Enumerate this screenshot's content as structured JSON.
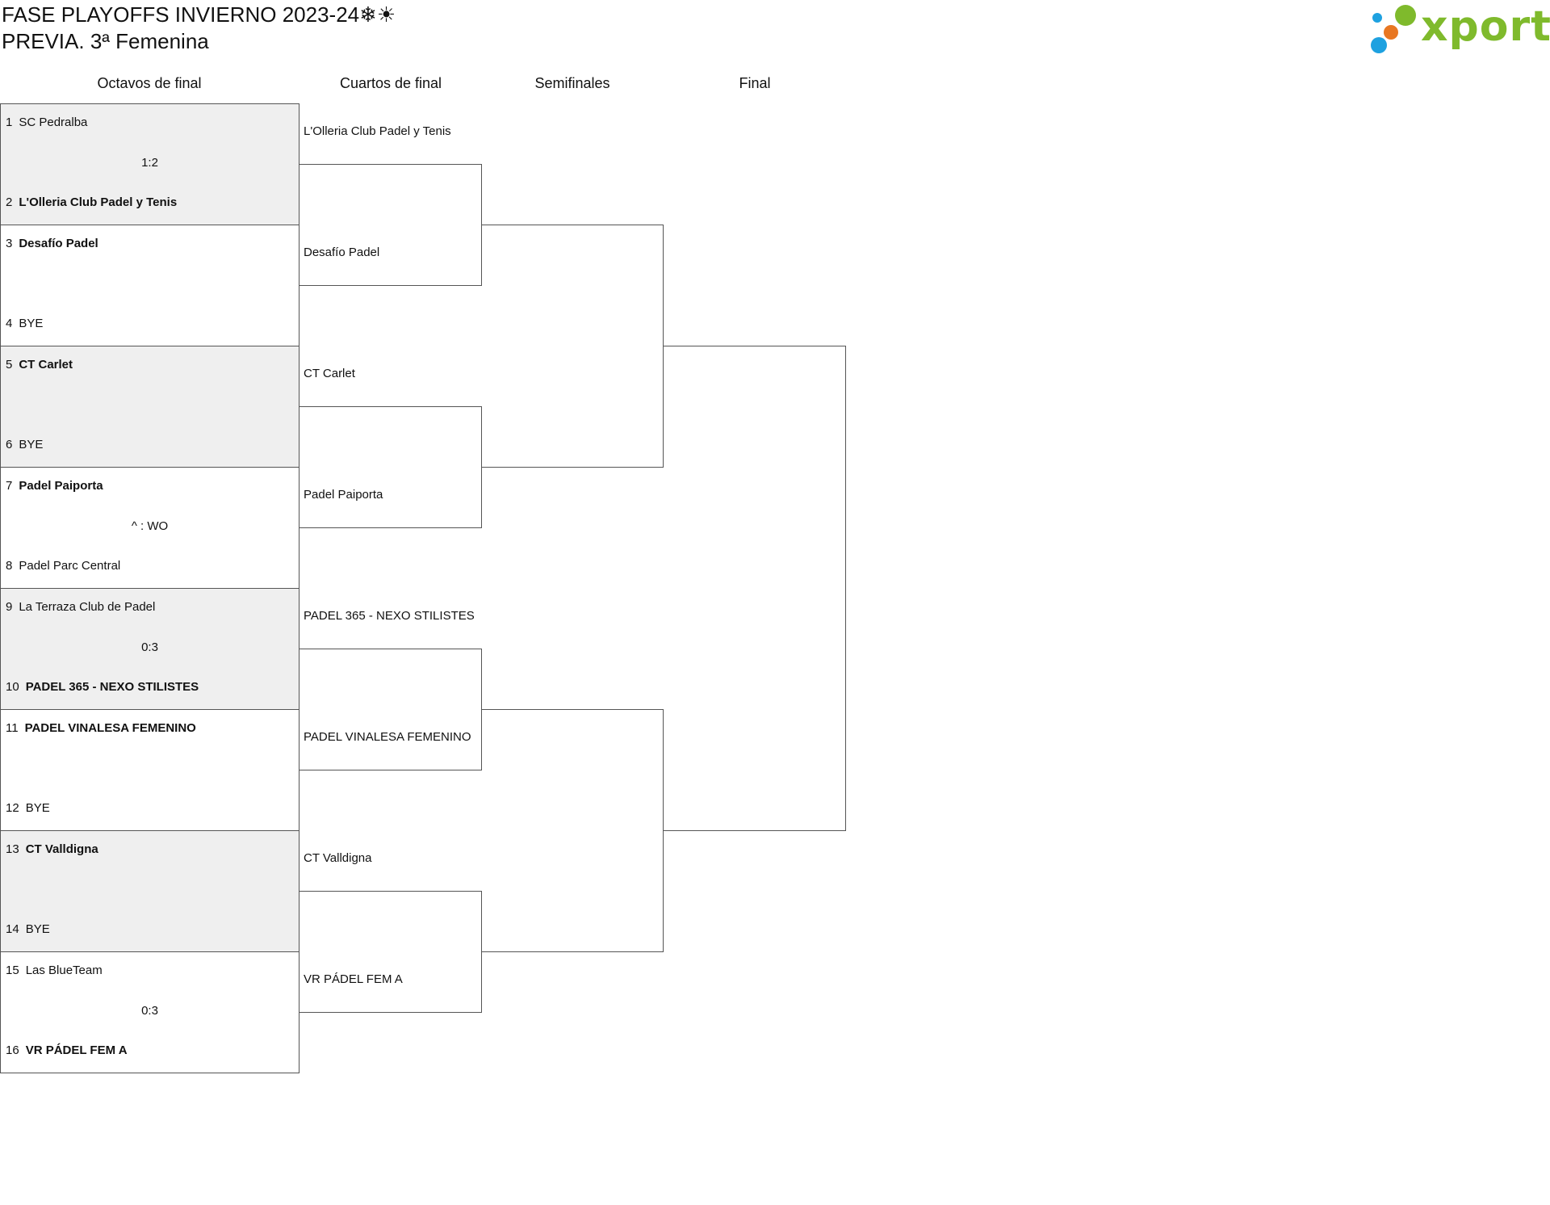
{
  "header": {
    "title_line1": "FASE PLAYOFFS INVIERNO 2023-24❄☀",
    "title_line2": "PREVIA. 3ª Femenina",
    "logo_text": "xporty",
    "logo_colors": [
      "#1ea1e0",
      "#e87722",
      "#7fba2c"
    ]
  },
  "rounds": [
    "Octavos de final",
    "Cuartos de final",
    "Semifinales",
    "Final"
  ],
  "octavos": [
    {
      "top": {
        "seed": "1",
        "name": "SC Pedralba",
        "winner": false
      },
      "bottom": {
        "seed": "2",
        "name": "L'Olleria Club Padel y Tenis",
        "winner": true
      },
      "score": "1:2",
      "shaded": true
    },
    {
      "top": {
        "seed": "3",
        "name": "Desafío Padel",
        "winner": true
      },
      "bottom": {
        "seed": "4",
        "name": "BYE",
        "winner": false
      },
      "score": "",
      "shaded": false
    },
    {
      "top": {
        "seed": "5",
        "name": "CT Carlet",
        "winner": true
      },
      "bottom": {
        "seed": "6",
        "name": "BYE",
        "winner": false
      },
      "score": "",
      "shaded": true
    },
    {
      "top": {
        "seed": "7",
        "name": "Padel Paiporta",
        "winner": true
      },
      "bottom": {
        "seed": "8",
        "name": "Padel Parc Central",
        "winner": false
      },
      "score": "^ : WO",
      "shaded": false
    },
    {
      "top": {
        "seed": "9",
        "name": "La Terraza Club de Padel",
        "winner": false
      },
      "bottom": {
        "seed": "10",
        "name": "PADEL 365 - NEXO STILISTES",
        "winner": true
      },
      "score": "0:3",
      "shaded": true
    },
    {
      "top": {
        "seed": "11",
        "name": "PADEL VINALESA FEMENINO",
        "winner": true
      },
      "bottom": {
        "seed": "12",
        "name": "BYE",
        "winner": false
      },
      "score": "",
      "shaded": false
    },
    {
      "top": {
        "seed": "13",
        "name": "CT Valldigna",
        "winner": true
      },
      "bottom": {
        "seed": "14",
        "name": "BYE",
        "winner": false
      },
      "score": "",
      "shaded": true
    },
    {
      "top": {
        "seed": "15",
        "name": "Las BlueTeam",
        "winner": false
      },
      "bottom": {
        "seed": "16",
        "name": "VR PÁDEL FEM A",
        "winner": true
      },
      "score": "0:3",
      "shaded": false
    }
  ],
  "cuartos": [
    "L'Olleria Club Padel y Tenis",
    "Desafío Padel",
    "CT Carlet",
    "Padel Paiporta",
    "PADEL 365 - NEXO STILISTES",
    "PADEL VINALESA FEMENINO",
    "CT Valldigna",
    "VR PÁDEL FEM A"
  ]
}
